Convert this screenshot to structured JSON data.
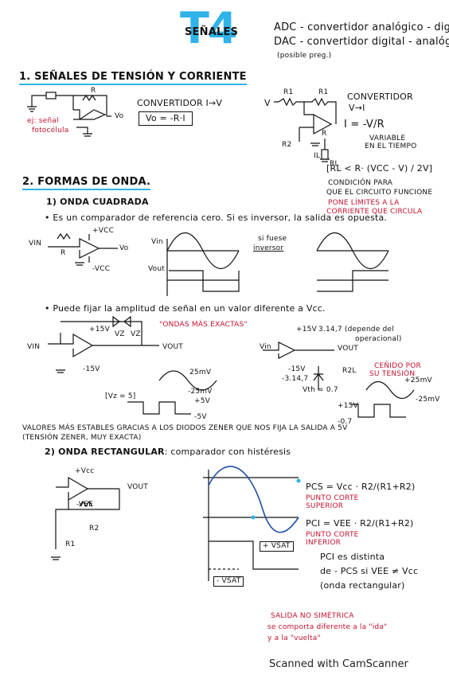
{
  "header": {
    "topic_number": "T4",
    "topic_title": "SEÑALES",
    "adc_line": "ADC - convertidor analógico - dig.",
    "dac_line": "DAC - convertidor digital - analóg.",
    "note": "(posible preg.)"
  },
  "section1": {
    "title": "1. SEÑALES DE TENSIÓN Y CORRIENTE",
    "label_r": "R",
    "label_vo": "Vo",
    "signal_note_1": "ej: señal",
    "signal_note_2": "fotocélula",
    "conv_iv_title": "CONVERTIDOR I→V",
    "conv_iv_formula": "Vo = -R·I",
    "conv_vi_title_1": "CONVERTIDOR",
    "conv_vi_title_2": "V→I",
    "conv_vi_formula": "I = -V/R",
    "variable_note_1": "VARIABLE",
    "variable_note_2": "EN EL TIEMPO",
    "label_v": "V",
    "label_r1a": "R1",
    "label_r1b": "R1",
    "label_r2a": "R2",
    "label_r2b": "R",
    "label_il": "IL",
    "label_rl": "RL",
    "condition_formula": "[RL < R· (VCC - V) / 2V]",
    "condition_note_1": "CONDICIÓN PARA",
    "condition_note_2": "QUE EL CIRCUITO FUNCIONE",
    "limit_note_1": "PONE LÍMITES A LA",
    "limit_note_2": "CORRIENTE QUE CIRCULA"
  },
  "section2": {
    "title": "2. FORMAS DE ONDA.",
    "square_title": "1) ONDA CUADRADA",
    "square_text": "• Es un comparador de referencia cero. Si es inversor, la salida es opuesta.",
    "vin": "VIN",
    "vcc_plus": "+VCC",
    "vcc_minus": "-VCC",
    "vo": "Vo",
    "r": "R",
    "wave_vin": "Vin",
    "wave_vout": "Vout",
    "inverter_note_1": "si fuese",
    "inverter_note_2": "inversor",
    "amplitude_text": "• Puede fijar la amplitud de señal en un valor diferente a Vcc.",
    "zener_note": "\"ONDAS MÁS EXACTAS\"",
    "plus15": "+15V",
    "minus15": "-15V",
    "vz2a": "VZ",
    "vz2b": "VZ",
    "vout": "VOUT",
    "amp_25mv": "25mV",
    "amp_neg25mv": "-25mV",
    "vz5": "[Vz = 5]",
    "plus5": "+5V",
    "minus5": "-5V",
    "right_plus15": "+15V",
    "op_dep_1": "3.14,7 (depende del",
    "op_dep_2": "operacional)",
    "right_minus15": "-15V",
    "right_neg": "-3.14,7",
    "vth": "Vth = 0.7",
    "clipped_1": "CEÑIDO POR",
    "clipped_2": "SU TENSIÓN",
    "r2l": "R2L",
    "right_plus25": "+25mV",
    "right_minus25": "-25mV",
    "right_plus15b": "+15V",
    "right_minus07": "-0.7",
    "stable_1": "VALORES MÁS ESTABLES GRACIAS A LOS DIODOS ZENER QUE NOS FIJA LA SALIDA A 5V",
    "stable_2": "(TENSIÓN ZENER, MUY EXACTA)",
    "rect_title": "2) ONDA RECTANGULAR",
    "rect_text": ": comparador con histéresis",
    "vcc_label": "+Vcc",
    "vee_label": "-VEE",
    "vout_label": "VOUT",
    "r2_label": "R2",
    "r1_label": "R1",
    "pcs_formula": "PCS = Vcc · R2/(R1+R2)",
    "pcs_note_1": "PUNTO CORTE",
    "pcs_note_2": "SUPERIOR",
    "pci_formula": "PCI = VEE · R2/(R1+R2)",
    "pci_note_1": "PUNTO CORTE",
    "pci_note_2": "INFERIOR",
    "vsat_pos": "+ VSAT",
    "vsat_neg": "- VSAT",
    "pci_dist_1": "PCI es distinta",
    "pci_dist_2": "de - PCS si VEE ≠ Vcc",
    "pci_dist_3": "(onda rectangular)",
    "asym_1": "SALIDA NO SIMÉTRICA",
    "asym_2": "se comporta diferente a la \"ida\"",
    "asym_3": "y a la \"vuelta\""
  },
  "footer": {
    "scanner": "Scanned with CamScanner"
  },
  "colors": {
    "accent_blue": "#2fb3e8",
    "annotation_red": "#c4122f",
    "ink": "#111111"
  }
}
